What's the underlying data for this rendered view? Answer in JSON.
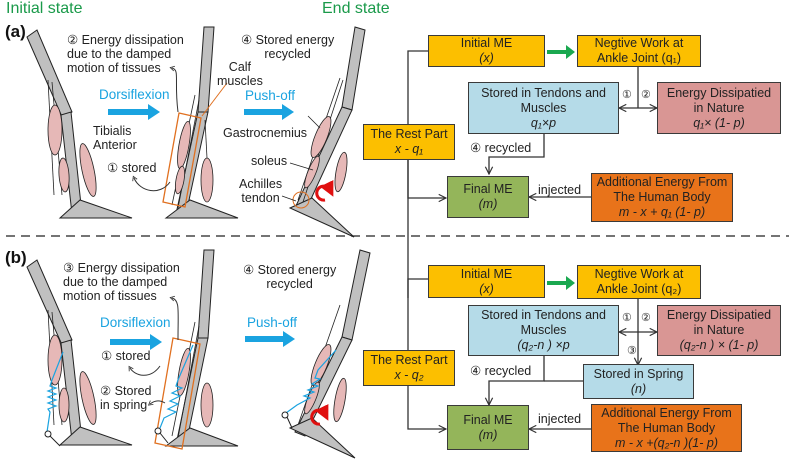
{
  "header": {
    "initial_state": "Initial state",
    "end_state": "End state"
  },
  "colors": {
    "state_label": "#1a9a4a",
    "motion_label": "#1aa3e0",
    "initial_box": "#fcbf00",
    "stored_box": "#b5dbe8",
    "dissipated_box": "#d99694",
    "final_box": "#94b55a",
    "additional_box": "#e8731a",
    "muscle": "#e6b8b7",
    "bone": "#c0c0c0",
    "highlight": "#e07020",
    "spring": "#1aa3e0",
    "rotation": "#e01010"
  },
  "panel_a": {
    "label": "(a)",
    "anatomy": {
      "dissipation_line1": "② Energy dissipation",
      "dissipation_line2": "due to the damped",
      "dissipation_line3": "motion of tissues",
      "recycled_line1": "④ Stored energy",
      "recycled_line2": "recycled",
      "calf_line1": "Calf",
      "calf_line2": "muscles",
      "dorsiflexion": "Dorsiflexion",
      "pushoff": "Push-off",
      "tibialis_line1": "Tibialis",
      "tibialis_line2": "Anterior",
      "stored": "① stored",
      "gastrocnemius": "Gastrocnemius",
      "soleus": "soleus",
      "achilles_line1": "Achilles",
      "achilles_line2": "tendon"
    },
    "flow": {
      "initial": {
        "line1": "Initial ME",
        "line2": "(x)"
      },
      "negative": {
        "line1": "Negtive Work at",
        "line2": "Ankle Joint (q₁)"
      },
      "stored": {
        "line1": "Stored in Tendons and",
        "line2": "Muscles",
        "line3": "q₁×p"
      },
      "dissipated": {
        "line1": "Energy Dissipatied",
        "line2": "in Nature",
        "line3": "q₁× (1- p)"
      },
      "rest": {
        "line1": "The Rest Part",
        "line2": "x - q₁"
      },
      "final": {
        "line1": "Final ME",
        "line2": "(m)"
      },
      "additional": {
        "line1": "Additional Energy From",
        "line2": "The Human Body",
        "line3": "m - x + q₁ (1- p)"
      },
      "step1": "①",
      "step2": "②",
      "recycled": "④ recycled",
      "injected": "injected"
    }
  },
  "panel_b": {
    "label": "(b)",
    "anatomy": {
      "dissipation_line1": "③ Energy dissipation",
      "dissipation_line2": "due to the damped",
      "dissipation_line3": "motion of tissues",
      "recycled_line1": "④ Stored energy",
      "recycled_line2": "recycled",
      "dorsiflexion": "Dorsiflexion",
      "pushoff": "Push-off",
      "stored": "① stored",
      "spring_line1": "② Stored",
      "spring_line2": "in spring"
    },
    "flow": {
      "initial": {
        "line1": "Initial ME",
        "line2": "(x)"
      },
      "negative": {
        "line1": "Negtive Work at",
        "line2": "Ankle Joint (q₂)"
      },
      "stored": {
        "line1": "Stored in Tendons and",
        "line2": "Muscles",
        "line3": "(q₂-n ) ×p"
      },
      "dissipated": {
        "line1": "Energy Dissipatied",
        "line2": "in Nature",
        "line3": "(q₂-n ) × (1- p)"
      },
      "spring": {
        "line1": "Stored in Spring",
        "line2": "(n)"
      },
      "rest": {
        "line1": "The Rest Part",
        "line2": "x - q₂"
      },
      "final": {
        "line1": "Final ME",
        "line2": "(m)"
      },
      "additional": {
        "line1": "Additional Energy From",
        "line2": "The Human Body",
        "line3": "m - x +(q₂-n )(1- p)"
      },
      "step1": "①",
      "step2": "②",
      "step3": "③",
      "recycled": "④ recycled",
      "injected": "injected"
    }
  }
}
